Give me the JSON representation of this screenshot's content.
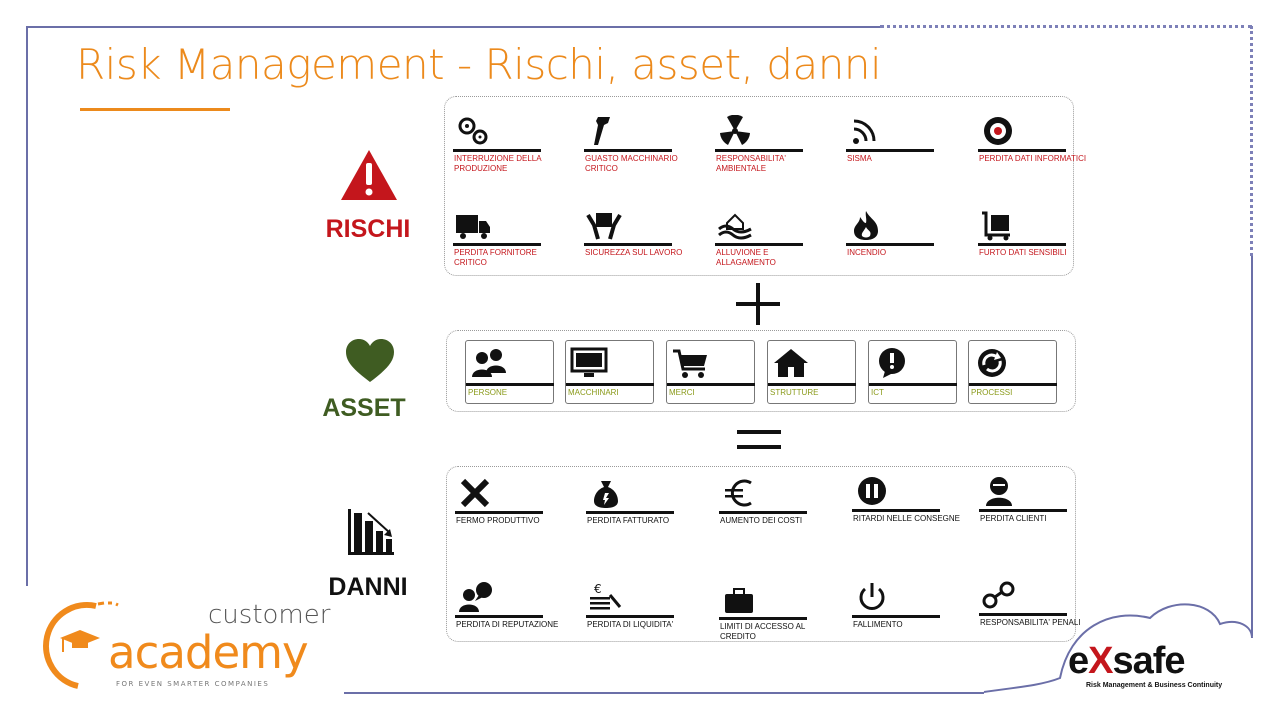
{
  "title": "Risk Management - Rischi, asset, danni",
  "colors": {
    "accent": "#ec8a1c",
    "frame": "#6b6fa8",
    "risk": "#c4161c",
    "asset": "#3f5c22",
    "asset_text": "#8a9a1a"
  },
  "sections": {
    "rischi": {
      "label": "RISCHI",
      "icon": "warning-triangle-icon"
    },
    "asset": {
      "label": "ASSET",
      "icon": "heart-icon"
    },
    "danni": {
      "label": "DANNI",
      "icon": "declining-bar-chart-icon"
    }
  },
  "operators": {
    "plus": "plus-icon",
    "equals": "equals-icon"
  },
  "rischi": [
    {
      "label": "INTERRUZIONE DELLA PRODUZIONE",
      "icon": "gears-icon"
    },
    {
      "label": "GUASTO MACCHINARIO CRITICO",
      "icon": "wrench-icon"
    },
    {
      "label": "RESPONSABILITA' AMBIENTALE",
      "icon": "radiation-icon"
    },
    {
      "label": "SISMA",
      "icon": "seismic-waves-icon"
    },
    {
      "label": "PERDITA DATI INFORMATICI",
      "icon": "disc-icon"
    },
    {
      "label": "PERDITA FORNITORE CRITICO",
      "icon": "truck-icon"
    },
    {
      "label": "SICUREZZA SUL LAVORO",
      "icon": "box-hands-icon"
    },
    {
      "label": "ALLUVIONE E ALLAGAMENTO",
      "icon": "flood-icon"
    },
    {
      "label": "INCENDIO",
      "icon": "fire-icon"
    },
    {
      "label": "FURTO DATI SENSIBILI",
      "icon": "cart-data-icon"
    }
  ],
  "asset": [
    {
      "label": "PERSONE",
      "icon": "people-icon"
    },
    {
      "label": "MACCHINARI",
      "icon": "monitor-icon"
    },
    {
      "label": "MERCI",
      "icon": "shopping-cart-icon"
    },
    {
      "label": "STRUTTURE",
      "icon": "house-icon"
    },
    {
      "label": "ICT",
      "icon": "alert-bubble-icon"
    },
    {
      "label": "PROCESSI",
      "icon": "cycle-arrows-icon"
    }
  ],
  "danni": [
    {
      "label": "FERMO PRODUTTIVO",
      "icon": "x-mark-icon"
    },
    {
      "label": "PERDITA FATTURATO",
      "icon": "money-bag-icon"
    },
    {
      "label": "AUMENTO DEI COSTI",
      "icon": "euro-icon"
    },
    {
      "label": "RITARDI NELLE CONSEGNE",
      "icon": "pause-icon"
    },
    {
      "label": "PERDITA CLIENTI",
      "icon": "user-icon"
    },
    {
      "label": "PERDITA DI REPUTAZIONE",
      "icon": "speech-person-icon"
    },
    {
      "label": "PERDITA DI LIQUIDITA'",
      "icon": "euro-stack-icon"
    },
    {
      "label": "LIMITI DI ACCESSO AL CREDITO",
      "icon": "briefcase-icon"
    },
    {
      "label": "FALLIMENTO",
      "icon": "power-icon"
    },
    {
      "label": "RESPONSABILITA' PENALI",
      "icon": "handcuffs-icon"
    }
  ],
  "logos": {
    "academy": {
      "line1": "customer",
      "line2": "academy",
      "tagline": "FOR EVEN SMARTER COMPANIES"
    },
    "exsafe": {
      "word_e": "e",
      "word_x": "X",
      "word_rest": "safe",
      "tagline": "Risk Management & Business Continuity"
    }
  }
}
